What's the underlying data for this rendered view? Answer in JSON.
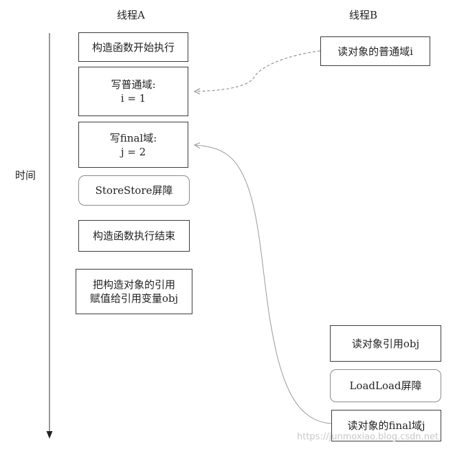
{
  "headers": {
    "thread_a": "线程A",
    "thread_b": "线程B"
  },
  "axis": {
    "label": "时间"
  },
  "thread_a_steps": [
    {
      "lines": [
        "构造函数开始执行"
      ]
    },
    {
      "lines": [
        "写普通域:",
        "i = 1"
      ]
    },
    {
      "lines": [
        "写final域:",
        "j = 2"
      ]
    },
    {
      "lines": [
        "StoreStore屏障"
      ]
    },
    {
      "lines": [
        "构造函数执行结束"
      ]
    },
    {
      "lines": [
        "把构造对象的引用",
        "赋值给引用变量obj"
      ]
    }
  ],
  "thread_b_steps": [
    {
      "lines": [
        "读对象的普通域i"
      ]
    },
    {
      "lines": [
        "读对象引用obj"
      ]
    },
    {
      "lines": [
        "LoadLoad屏障"
      ]
    },
    {
      "lines": [
        "读对象的final域j"
      ]
    }
  ],
  "watermark": "https://junmoxiao.blog.csdn.net",
  "colors": {
    "box_border": "#3a3a3a",
    "barrier_border": "#8a8a8a",
    "arrow": "#999999",
    "axis": "#555555"
  }
}
